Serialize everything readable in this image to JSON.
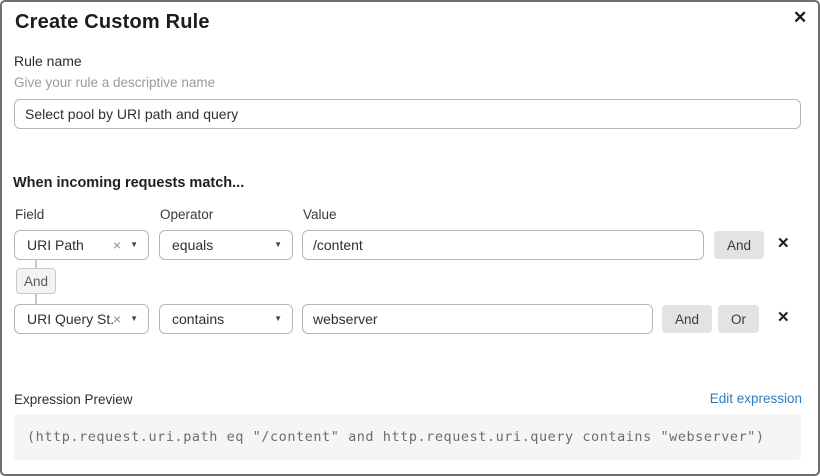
{
  "dialog": {
    "title": "Create Custom Rule"
  },
  "icons": {
    "close": "✕",
    "remove": "✕",
    "clear": "×",
    "caret": "▼"
  },
  "rule_name": {
    "label": "Rule name",
    "hint": "Give your rule a descriptive name",
    "value": "Select pool by URI path and query"
  },
  "matcher": {
    "heading": "When incoming requests match...",
    "columns": {
      "field": "Field",
      "operator": "Operator",
      "value": "Value"
    },
    "rows": [
      {
        "field": "URI Path",
        "operator": "equals",
        "value": "/content",
        "and_label": "And"
      },
      {
        "field": "URI Query St...",
        "operator": "contains",
        "value": "webserver",
        "and_label": "And",
        "or_label": "Or"
      }
    ],
    "connector_label": "And"
  },
  "expression": {
    "label": "Expression Preview",
    "edit_link": "Edit expression",
    "code": "(http.request.uri.path eq \"/content\" and http.request.uri.query contains \"webserver\")"
  },
  "colors": {
    "link_blue": "#2f7bbf",
    "button_gray": "#e3e3e3",
    "code_background": "#f5f5f5",
    "border_gray": "#b6b6b6"
  }
}
